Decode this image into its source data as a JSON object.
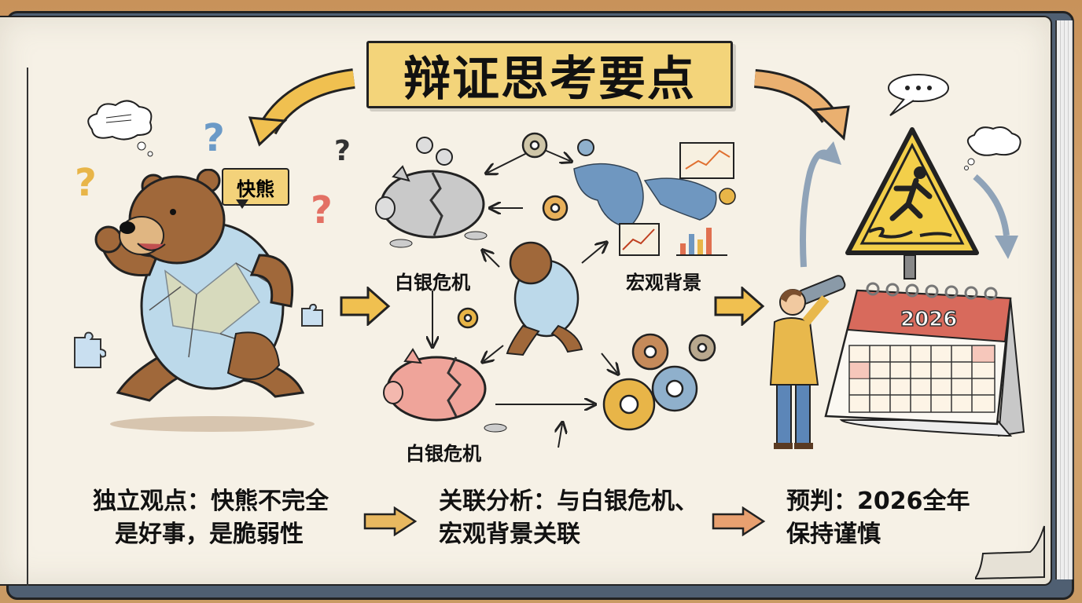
{
  "title": "辩证思考要点",
  "bear_bubble": "快熊",
  "center_labels": {
    "silver_crisis_top": "白银危机",
    "silver_crisis_bottom": "白银危机",
    "macro_background": "宏观背景"
  },
  "calendar_year": "2026",
  "captions": {
    "left": {
      "line1": "独立观点：快熊不完全",
      "line2": "是好事，是脆弱性"
    },
    "middle": {
      "line1": "关联分析：与白银危机、",
      "line2": "宏观背景关联"
    },
    "right": {
      "line1": "预判：2026全年",
      "line2": "保持谨慎"
    }
  },
  "question_marks": [
    "?",
    "?",
    "?",
    "?",
    "?"
  ],
  "colors": {
    "title_bg": "#f3d47a",
    "page": "#f6f1e6",
    "cover": "#4f5f72",
    "desk": "#c99b66",
    "arrow_yellow": "#f0c050",
    "arrow_orange": "#e8a070",
    "bear": "#a0683a",
    "glass": "#bcd9ea",
    "warning": "#f3cf4a",
    "calendar_red": "#d86a5c"
  }
}
